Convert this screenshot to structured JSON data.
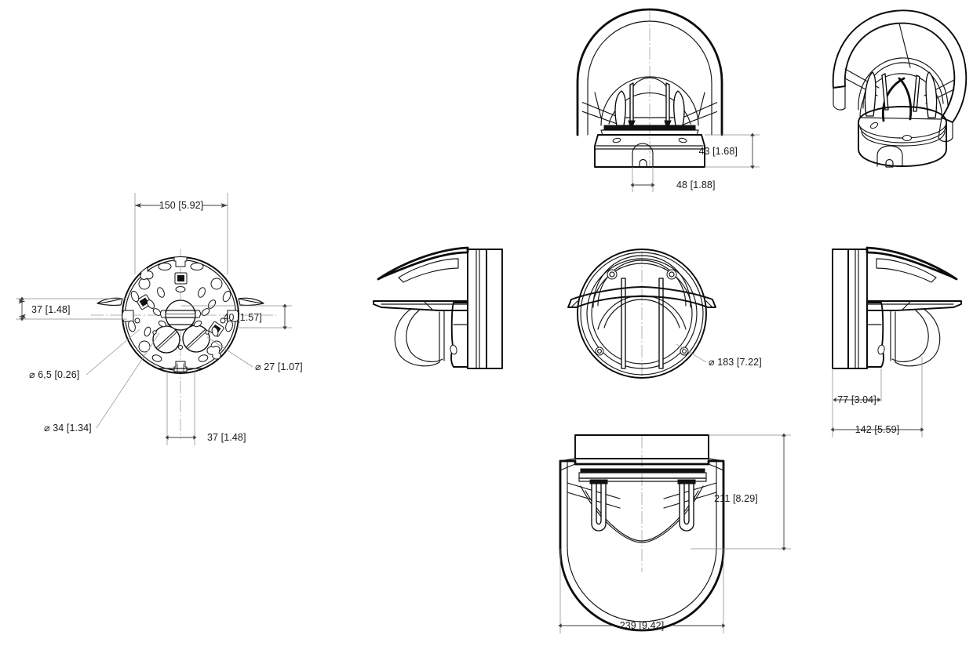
{
  "document": {
    "type": "technical-dimension-drawing",
    "subject": "Wall-mount dome network camera with mounting bracket",
    "background_color": "#ffffff",
    "line_color": "#0a0a0a",
    "dimension_text_color": "#1a1a1a",
    "units_note": "millimetres with inches in square brackets"
  },
  "views": [
    {
      "id": "mounting-plate-view",
      "name": "Mounting plate, face view",
      "position": "left-middle"
    },
    {
      "id": "camera-top-view",
      "name": "Camera, top view",
      "position": "top-center-right"
    },
    {
      "id": "camera-iso-view",
      "name": "Camera, isometric view",
      "position": "top-right"
    },
    {
      "id": "camera-left-side-view",
      "name": "Camera, left side view",
      "position": "middle-left-of-center"
    },
    {
      "id": "camera-front-view",
      "name": "Camera, front view",
      "position": "middle-center"
    },
    {
      "id": "camera-right-side-view",
      "name": "Camera, right side view",
      "position": "middle-right"
    },
    {
      "id": "camera-bottom-view",
      "name": "Camera, bottom view",
      "position": "bottom-center"
    }
  ],
  "dimensions": {
    "plate_width": {
      "mm": "150",
      "inch": "[5.92]",
      "label": "150   [5.92]"
    },
    "plate_left_offset": {
      "mm": "37",
      "inch": "[1.48]",
      "label": "37   [1.48]"
    },
    "plate_right_offset": {
      "mm": "40",
      "inch": "[1.57]",
      "label": "40   [1.57]"
    },
    "plate_bottom_offset": {
      "mm": "37",
      "inch": "[1.48]",
      "label": "37   [1.48]"
    },
    "hole_small": {
      "symbol": "⌀",
      "mm": "6,5",
      "inch": "[0.26]",
      "label": "⌀ 6,5   [0.26]"
    },
    "hole_medium": {
      "symbol": "⌀",
      "mm": "27",
      "inch": "[1.07]",
      "label": "⌀ 27   [1.07]"
    },
    "hole_large": {
      "symbol": "⌀",
      "mm": "34",
      "inch": "[1.34]",
      "label": "⌀ 34   [1.34]"
    },
    "base_height": {
      "mm": "43",
      "inch": "[1.68]",
      "label": "43   [1.68]"
    },
    "base_slot_width": {
      "mm": "48",
      "inch": "[1.88]",
      "label": "48   [1.88]"
    },
    "dome_diameter": {
      "symbol": "⌀",
      "mm": "183",
      "inch": "[7.22]",
      "label": "⌀ 183   [7.22]"
    },
    "bracket_depth": {
      "mm": "77",
      "inch": "[3.04]",
      "label": "77   [3.04]"
    },
    "total_depth": {
      "mm": "142",
      "inch": "[5.59]",
      "label": "142   [5.59]"
    },
    "total_height": {
      "mm": "211",
      "inch": "[8.29]",
      "label": "211   [8.29]"
    },
    "total_width": {
      "mm": "239",
      "inch": "[9.42]",
      "label": "239   [9.42]"
    }
  }
}
